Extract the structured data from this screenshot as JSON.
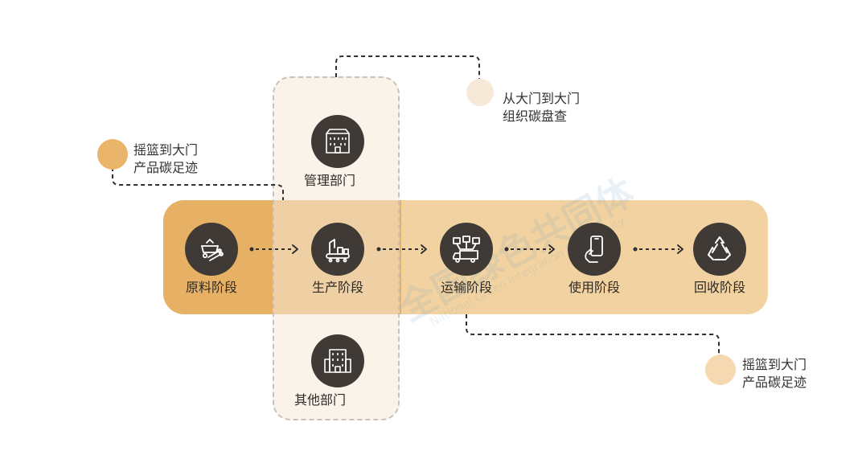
{
  "stages": [
    {
      "label": "原料阶段",
      "icon": "raw-materials-icon"
    },
    {
      "label": "生产阶段",
      "icon": "production-line-icon"
    },
    {
      "label": "运输阶段",
      "icon": "delivery-truck-icon"
    },
    {
      "label": "使用阶段",
      "icon": "smartphone-icon"
    },
    {
      "label": "回收阶段",
      "icon": "recycle-icon"
    }
  ],
  "departments": {
    "management": {
      "label": "管理部门",
      "icon": "office-building-icon"
    },
    "other": {
      "label": "其他部门",
      "icon": "apartment-building-icon"
    }
  },
  "notes": {
    "cradle_top_line1": "摇篮到大门",
    "cradle_top_line2": "产品碳足迹",
    "gate_line1": "从大门到大门",
    "gate_line2": "组织碳盘查",
    "cradle_bottom_line1": "摇篮到大门",
    "cradle_bottom_line2": "产品碳足迹"
  },
  "colors": {
    "band": "#f2d2a0",
    "band_accent": "#e6ae5f",
    "node": "#3f3a35",
    "dot_orange": "#eab46a",
    "dot_light": "#f6e9d8",
    "dot_peach": "#f6d9b0"
  }
}
